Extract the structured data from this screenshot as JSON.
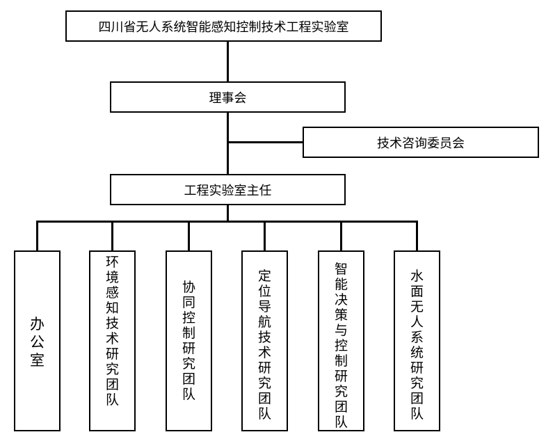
{
  "diagram": {
    "lab": "四川省无人系统智能感知控制技术工程实验室",
    "council": "理事会",
    "advisory": "技术咨询委员会",
    "director": "工程实验室主任",
    "teams": [
      "办公室",
      "环境感知技术研究团队",
      "协同控制研究团队",
      "定位导航技术研究团队",
      "智能决策与控制研究团队",
      "水面无人系统研究团队"
    ]
  }
}
